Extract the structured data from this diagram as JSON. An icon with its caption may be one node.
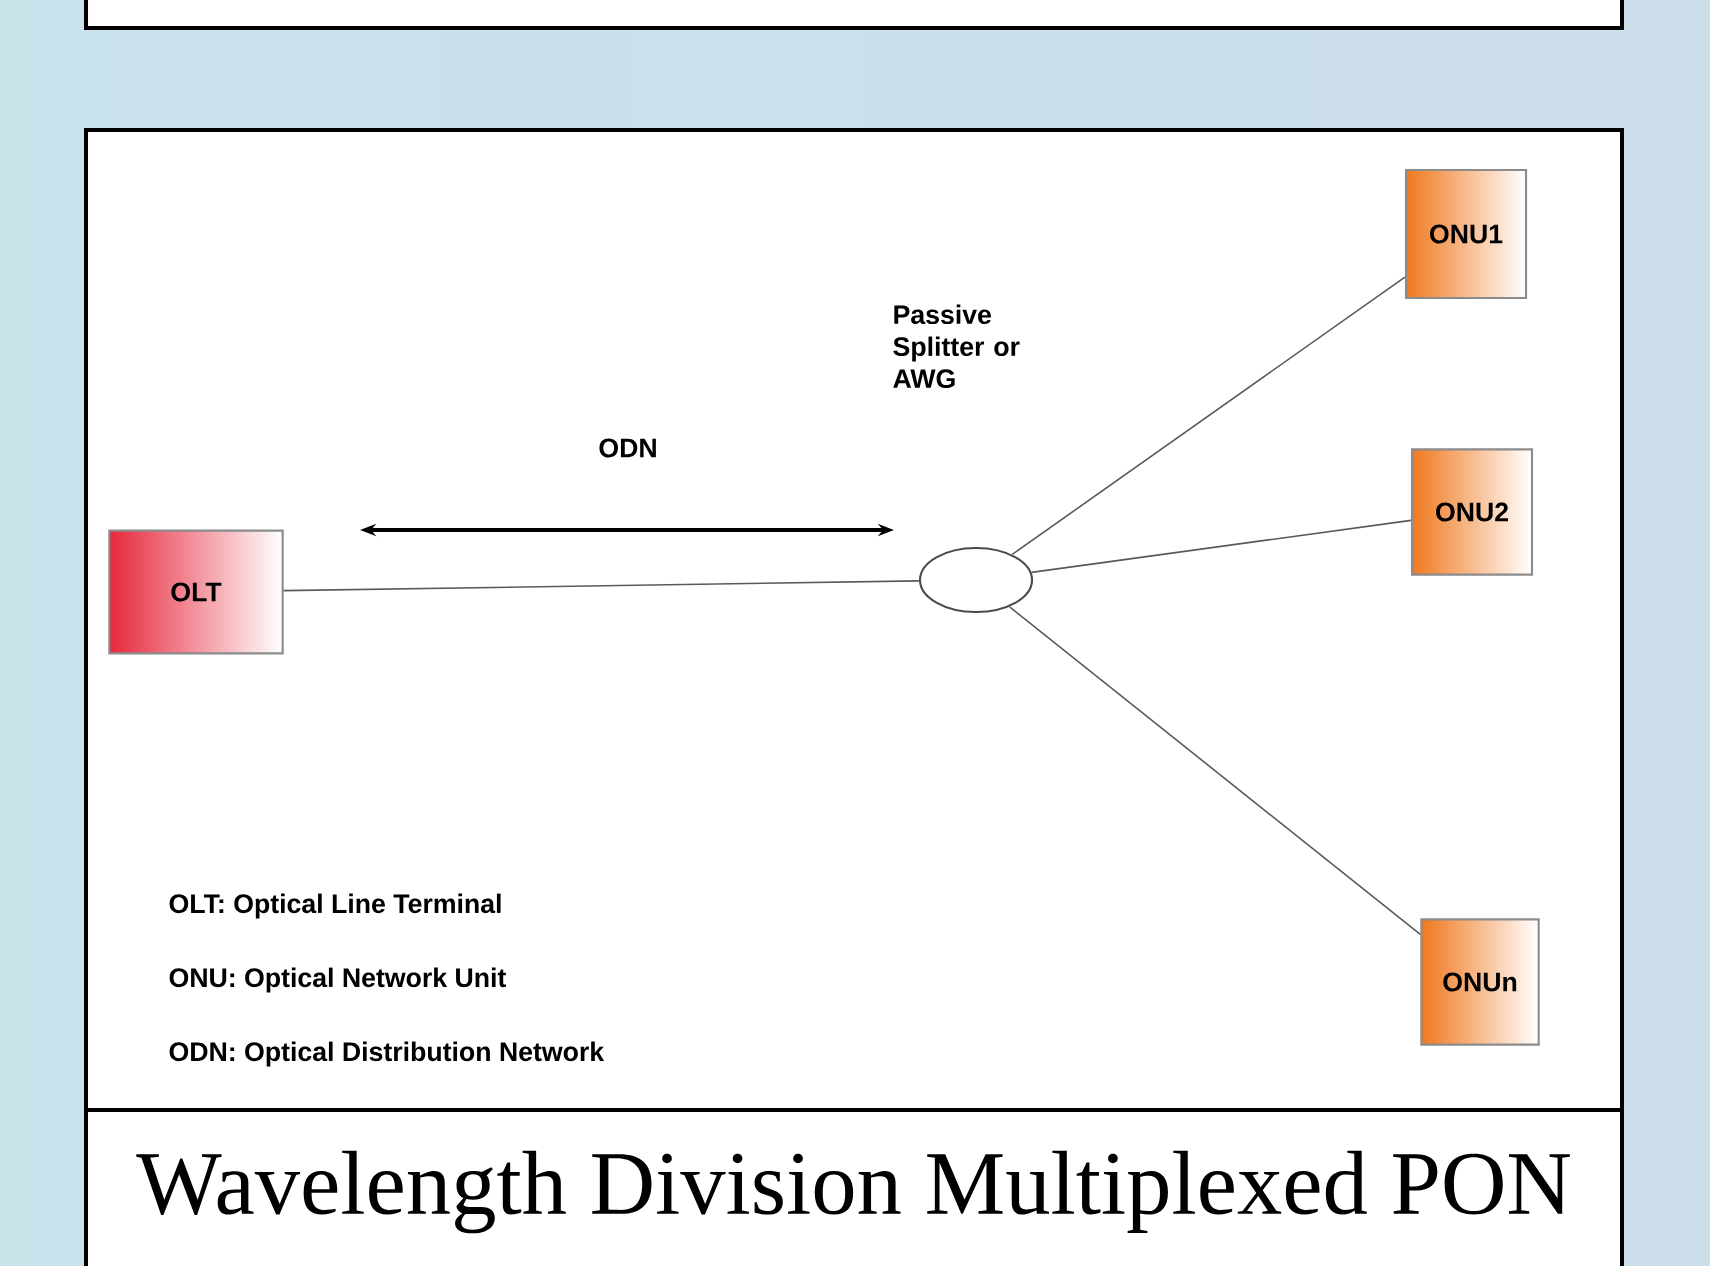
{
  "diagram": {
    "caption": "Wavelength Division Multiplexed PON",
    "nodes": [
      {
        "text": [
          "OLT"
        ]
      },
      {
        "text": [],
        "shape": "ellipse"
      },
      {
        "text": [
          "ONU1"
        ]
      },
      {
        "text": [
          "ONU2"
        ]
      },
      {
        "text": [
          "ONUn"
        ]
      }
    ],
    "edges": [
      {
        "from": 0,
        "to": 1,
        "arrow": "none"
      },
      {
        "from": 1,
        "to": 2,
        "arrow": "none"
      },
      {
        "from": 1,
        "to": 3,
        "arrow": "none"
      },
      {
        "from": 1,
        "to": 4,
        "arrow": "none"
      }
    ],
    "labels": [
      "Passive Splitter or AWG",
      "ODN",
      "OLT: Optical Line Terminal",
      "ONU: Optical Network Unit",
      "ODN: Optical Distribution Network"
    ]
  }
}
